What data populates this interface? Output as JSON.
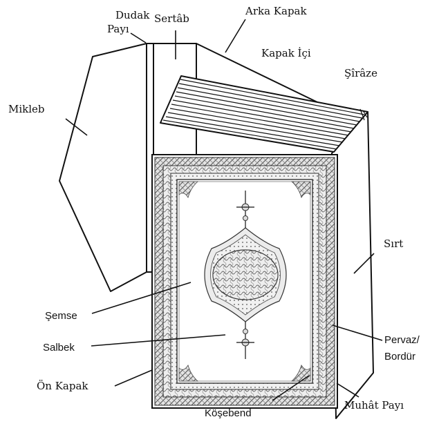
{
  "labels": {
    "dudak_payi": [
      "Dudak",
      "Payı"
    ],
    "sertab": "Sertâb",
    "arka_kapak": "Arka Kapak",
    "kapak_ici": "Kapak İçi",
    "sirase": "Şîrâze",
    "mikleb": "Mikleb",
    "sirt": "Sırt",
    "semse": "Şemse",
    "salbek": "Salbek",
    "pervaz_bordur": [
      "Pervaz/",
      "Bordür"
    ],
    "on_kapak": "Ön Kapak",
    "kosebend": "Köşebend",
    "muhat_payi": "Muhât Payı"
  }
}
